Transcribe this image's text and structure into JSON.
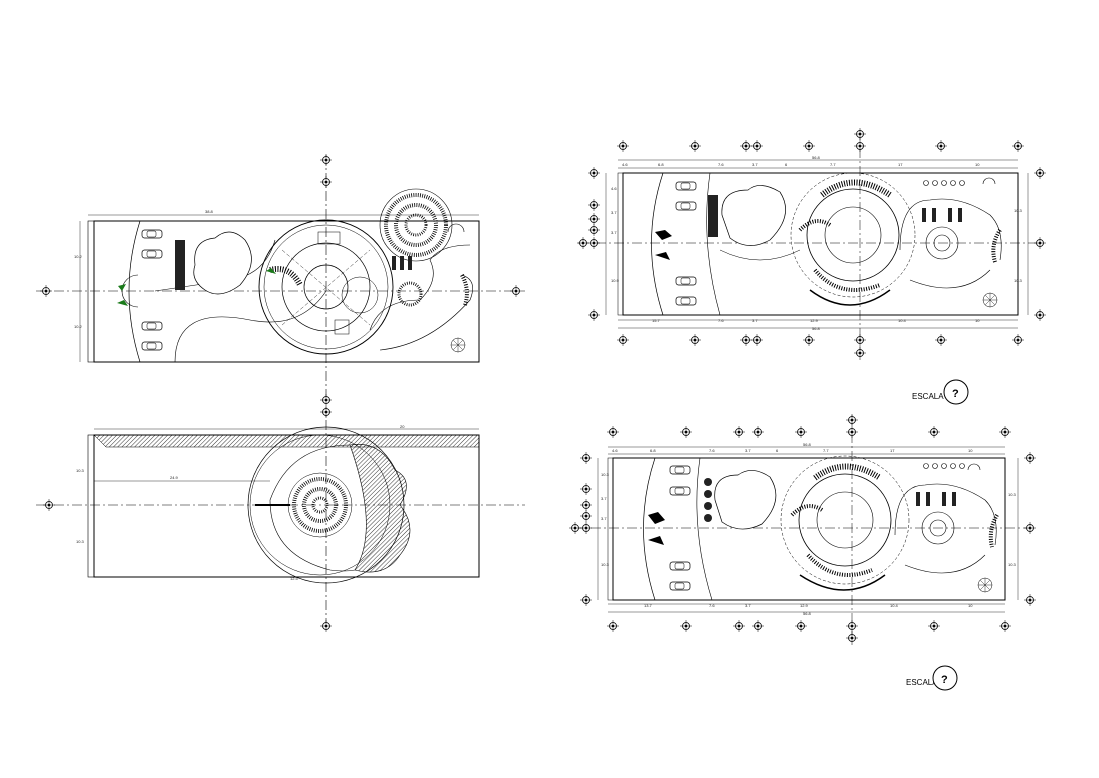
{
  "drawing": {
    "plans": [
      {
        "id": "plan-left-top",
        "dims": {
          "top_total": "38.8",
          "left_upper": "10.2",
          "left_lower": "10.2"
        }
      },
      {
        "id": "plan-left-bottom",
        "dims": {
          "top_total": "20",
          "inner_length": "24.9",
          "left_upper": "10.3",
          "left_lower": "10.3",
          "bottom": "12.5"
        }
      },
      {
        "id": "plan-right-top",
        "dims": {
          "top_segments": [
            "4.6",
            "6.8",
            "7.6",
            "3.7",
            "6",
            "7.7",
            "17",
            "10"
          ],
          "top_total": "56.8",
          "bottom_segments": [
            "15.7",
            "7.6",
            "3.7",
            "12.9",
            "10.4",
            "10"
          ],
          "bottom_total": "56.8",
          "left_segments": [
            "4.6",
            "3.7",
            "3.7",
            "10.9"
          ],
          "right_segments": [
            "10.3",
            "10.3"
          ]
        },
        "scale": {
          "label": "ESCALA",
          "mark": "?"
        }
      },
      {
        "id": "plan-right-bottom",
        "dims": {
          "top_segments": [
            "4.6",
            "6.8",
            "7.6",
            "3.7",
            "6",
            "7.7",
            "17",
            "10"
          ],
          "top_total": "56.8",
          "bottom_segments": [
            "13.7",
            "7.6",
            "3.7",
            "12.9",
            "10.4",
            "10"
          ],
          "bottom_total": "56.8",
          "left_segments": [
            "10.3",
            "3.7",
            "3.7",
            "10.3"
          ],
          "right_segments": [
            "10.3",
            "10.3"
          ]
        },
        "scale": {
          "label": "ESCALA",
          "mark": "?"
        }
      }
    ]
  }
}
